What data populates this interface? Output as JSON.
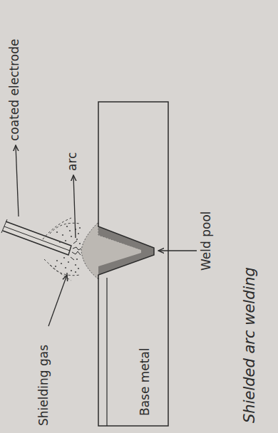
{
  "diagram": {
    "caption": "Shielded arc welding",
    "nodes": [
      {
        "text": [
          "Base metal"
        ]
      }
    ],
    "labels": [
      "coated electrode",
      "arc",
      "Shielding gas",
      "Weld pool"
    ]
  }
}
